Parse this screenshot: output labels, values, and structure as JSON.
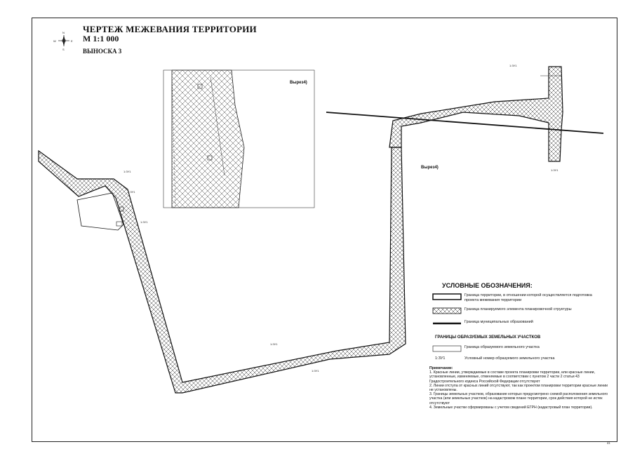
{
  "title": "ЧЕРТЕЖ МЕЖЕВАНИЯ ТЕРРИТОРИИ",
  "scale": "М 1:1 000",
  "callout": "ВЫНОСКА 3",
  "compass": {
    "n": "N",
    "s": "S",
    "e": "E",
    "w": "W"
  },
  "excerpt_labels": {
    "a": "Вырез4)",
    "b": "Вырез4)"
  },
  "legend": {
    "title": "УСЛОВНЫЕ ОБОЗНАЧЕНИЯ:",
    "items": [
      "Граница территории, в отношении которой осуществляется подготовка проекта межевания территории",
      "Граница планируемого элемента планировочной структуры",
      "Граница муниципальных образований"
    ],
    "subtitle": "ГРАНИЦЫ ОБРАЗУЕМЫХ ЗЕМЕЛЬНЫХ УЧАСТКОВ",
    "items2": [
      "Граница образуемого земельного участка",
      "Условный номер образуемого земельного участка"
    ],
    "sample_num": "1:ЗУ1"
  },
  "notes": {
    "heading": "Примечание:",
    "lines": [
      "1. Красные линии, утверждаемые в составе проекта планировки территории, или красные линии, установленные, изменяемые, отменяемые в соответствии с пунктом 2 части 2 статьи 43 Градостроительного кодекса Российской Федерации отсутствуют",
      "2. Линии отступа от красных линий отсутствуют, так как проектом планировки территории красные линии не установлены.",
      "3. Границы земельных участков, образование которых предусмотрено схемой расположения земельного участка (или земельных участков) на кадастровом плане территории, срок действия которой не истек отсутствуют",
      "4. Земельные участки сформированы с учетом сведений ЕГРН (кадастровый план территории)."
    ]
  },
  "page_number": "41",
  "map_labels": [
    "1:ЗУ1",
    "1:ЗУ1",
    "1:ЗУ1",
    "1:ЗУ1",
    "1:ЗУ1",
    "1:ЗУ1",
    "1:ЗУ1"
  ]
}
